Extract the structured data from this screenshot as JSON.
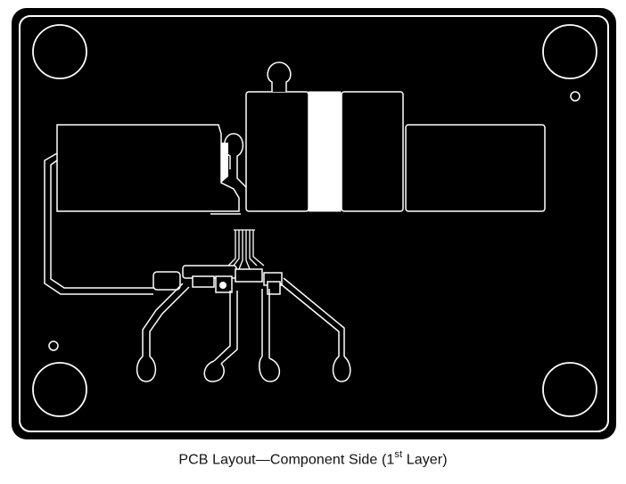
{
  "colors": {
    "board": "#000000",
    "trace": "#ffffff",
    "background": "#ffffff",
    "caption_text": "#111111"
  },
  "caption": {
    "prefix": "PCB Layout—Component Side (1",
    "superscript": "st",
    "suffix": " Layer)"
  }
}
